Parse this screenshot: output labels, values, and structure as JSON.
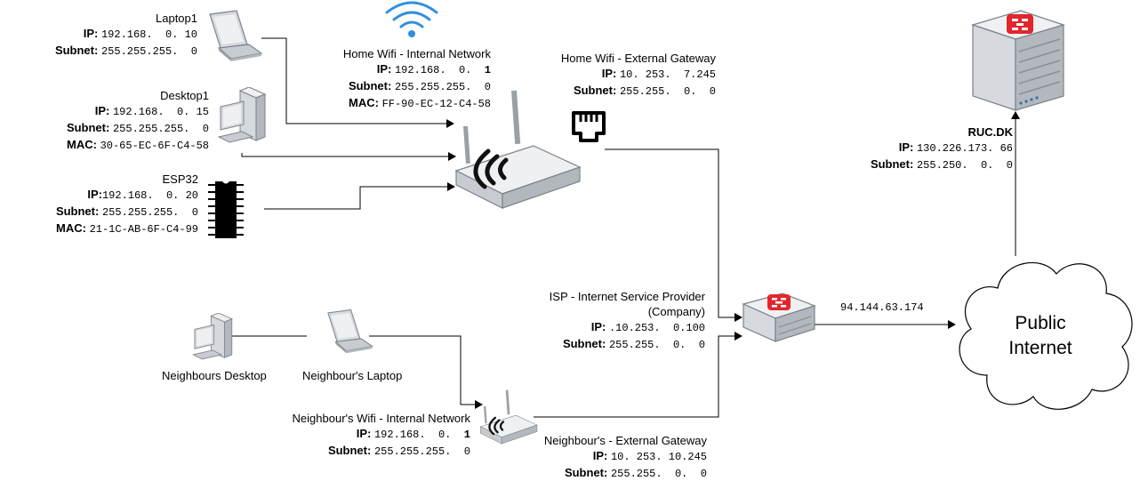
{
  "devices": {
    "laptop1": {
      "name": "Laptop1",
      "ip_label": "IP",
      "ip": "192.168.  0. 10",
      "subnet_label": "Subnet",
      "subnet": "255.255.255.  0"
    },
    "desktop1": {
      "name": "Desktop1",
      "ip_label": "IP",
      "ip": "192.168.  0. 15",
      "subnet_label": "Subnet",
      "subnet": "255.255.255.  0",
      "mac_label": "MAC",
      "mac": "30-65-EC-6F-C4-58"
    },
    "esp32": {
      "name": "ESP32",
      "ip_label": "IP",
      "ip": "192.168.  0. 20",
      "subnet_label": "Subnet",
      "subnet": "255.255.255.  0",
      "mac_label": "MAC",
      "mac": "21-1C-AB-6F-C4-99"
    },
    "home_wifi_internal": {
      "name": "Home Wifi - Internal Network",
      "ip_label": "IP",
      "ip": "192.168.  0.  ",
      "ip_last": "1",
      "subnet_label": "Subnet",
      "subnet": "255.255.255.  0",
      "mac_label": "MAC",
      "mac": "FF-90-EC-12-C4-58"
    },
    "home_wifi_external": {
      "name": "Home Wifi - External Gateway",
      "ip_label": "IP",
      "ip": "10. 253.  7.245",
      "subnet_label": "Subnet",
      "subnet": "255.255.  0.  0"
    },
    "ruc": {
      "name": "RUC.DK",
      "ip_label": "IP",
      "ip": "130.226.173. 66",
      "subnet_label": "Subnet",
      "subnet": "255.250.  0.  0"
    },
    "isp": {
      "name": "ISP - Internet Service Provider",
      "name2": "(Company)",
      "ip_label": "IP",
      "ip": ".10.253.  0.100",
      "subnet_label": "Subnet",
      "subnet": "255.255.  0.  0"
    },
    "public_link": {
      "address": "94.144.63.174"
    },
    "cloud": {
      "line1": "Public",
      "line2": "Internet"
    },
    "neighbour_desktop": {
      "name": "Neighbours Desktop"
    },
    "neighbour_laptop": {
      "name": "Neighbour's Laptop"
    },
    "neighbour_wifi_internal": {
      "name": "Neighbour's Wifi - Internal Network",
      "ip_label": "IP",
      "ip": "192.168.  0.  ",
      "ip_last": "1",
      "subnet_label": "Subnet",
      "subnet": "255.255.255.  0"
    },
    "neighbour_external": {
      "name": "Neighbour's - External Gateway",
      "ip_label": "IP",
      "ip": "10. 253. 10.245",
      "subnet_label": "Subnet",
      "subnet": "255.255.  0.  0"
    }
  },
  "icons": {
    "laptop": "laptop-icon",
    "desktop": "desktop-icon",
    "chip": "chip-icon",
    "wifi": "wifi-icon",
    "router": "router-icon",
    "ethernet": "ethernet-port-icon",
    "firewall": "firewall-icon",
    "server": "server-rack-icon",
    "cloud": "cloud-icon"
  },
  "colors": {
    "line": "#000000",
    "device_light": "#eef0f2",
    "device_mid": "#c8ccd1",
    "device_dark": "#8a9099",
    "brand_red": "#e3262d",
    "wifi_blue": "#2f8fe0"
  }
}
